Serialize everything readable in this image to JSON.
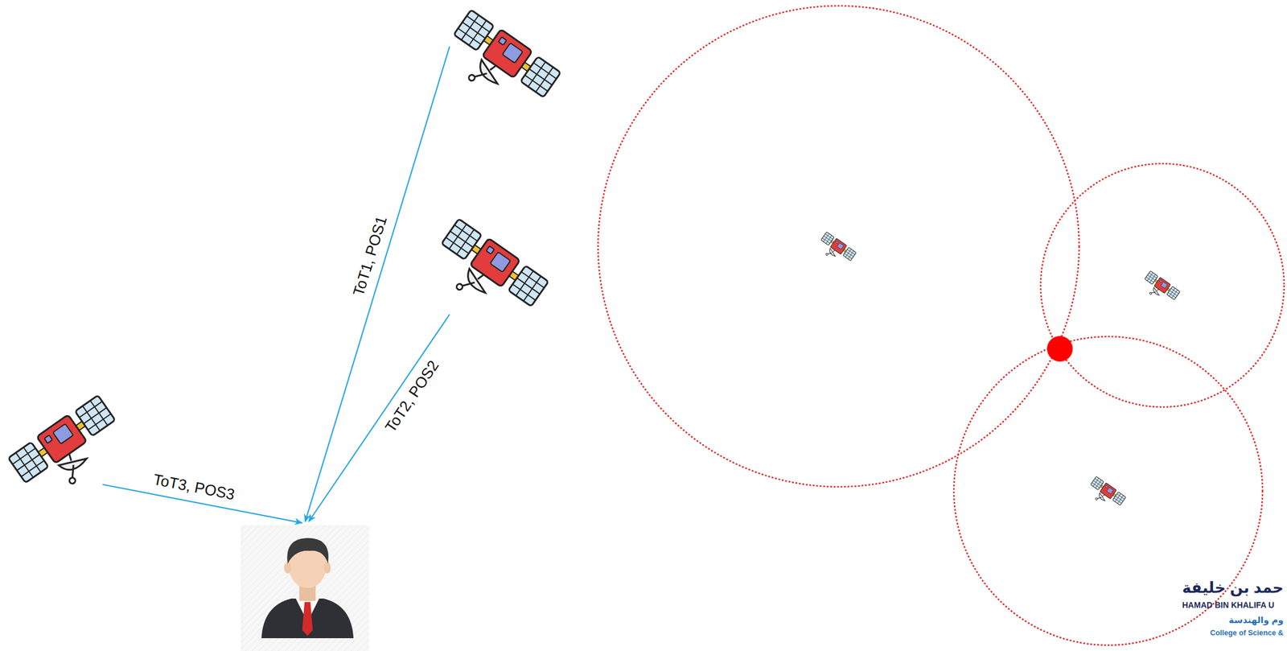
{
  "diagram": {
    "labels": [
      "ToT1, POS1",
      "ToT2, POS2",
      "ToT3, POS3",
      "حمد بن خليفة",
      "HAMAD BIN KHALIFA U",
      "وم والهندسة",
      "College of Science &"
    ]
  }
}
